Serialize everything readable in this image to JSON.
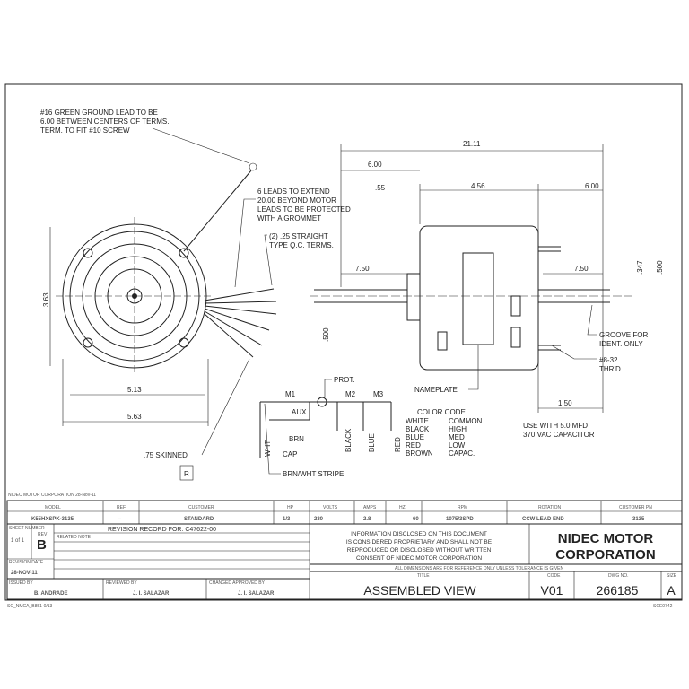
{
  "notes": {
    "ground_lead": [
      "#16 GREEN GROUND LEAD TO BE",
      "6.00 BETWEEN CENTERS OF TERMS.",
      "TERM. TO FIT #10 SCREW"
    ],
    "leads": [
      "6 LEADS TO EXTEND",
      "20.00 BEYOND MOTOR",
      "LEADS TO BE PROTECTED",
      "WITH A GROMMET"
    ],
    "terms": [
      "(2) .25 STRAIGHT",
      "TYPE Q.C. TERMS."
    ],
    "skinned": ".75 SKINNED",
    "nameplate": "NAMEPLATE",
    "groove": [
      "GROOVE FOR",
      "IDENT. ONLY"
    ],
    "thread": [
      "#8-32",
      "THR'D"
    ],
    "capacitor": [
      "USE WITH 5.0 MFD",
      "370 VAC CAPACITOR"
    ],
    "ul_mark": "R"
  },
  "dimensions": {
    "overall": "21.11",
    "d600a": "6.00",
    "d055": ".55",
    "d456": "4.56",
    "d600b": "6.00",
    "d750a": "7.50",
    "d750b": "7.50",
    "d347": ".347",
    "d500r": ".500",
    "d500l": ".500",
    "d363": "3.63",
    "d513": "5.13",
    "d563": "5.63",
    "d150": "1.50"
  },
  "wiring": {
    "m1": "M1",
    "m2": "M2",
    "m3": "M3",
    "prot": "PROT.",
    "aux": "AUX",
    "brn": "BRN",
    "cap": "CAP",
    "brn_wht": "BRN/WHT STRIPE",
    "wht": "WHT.",
    "black": "BLACK",
    "blue": "BLUE",
    "red": "RED"
  },
  "color_code": {
    "title": "COLOR CODE",
    "rows": [
      [
        "WHITE",
        "COMMON"
      ],
      [
        "BLACK",
        "HIGH"
      ],
      [
        "BLUE",
        "MED"
      ],
      [
        "RED",
        "LOW"
      ],
      [
        "BROWN",
        "CAPAC."
      ]
    ]
  },
  "title_block": {
    "header_line": "NIDEC MOTOR CORPORATION 28-Nov-11",
    "headers": [
      "MODEL",
      "REF",
      "CUSTOMER",
      "HP",
      "VOLTS",
      "AMPS",
      "HZ",
      "RPM",
      "ROTATION",
      "CUSTOMER PN"
    ],
    "values": [
      "K55HXSPK-3135",
      "–",
      "STANDARD",
      "1/3",
      "230",
      "2.8",
      "60",
      "1075/3SPD",
      "CCW LEAD END",
      "3135"
    ],
    "sheet_label": "SHEET NUMBER",
    "sheet": "1 of 1",
    "rev_label": "REV",
    "rev": "B",
    "revision_record": "REVISION RECORD FOR: C47622-00",
    "revision_note": "RELATED NOTE",
    "revision_date_label": "REVISION DATE",
    "revision_date": "28-NOV-11",
    "issued_by_label": "ISSUED BY",
    "issued_by": "B. ANDRADE",
    "reviewed_by_label": "REVIEWED BY",
    "reviewed_by": "J. I. SALAZAR",
    "approved_by_label": "CHANGED APPROVED BY",
    "approved_by": "J. I. SALAZAR",
    "info": [
      "INFORMATION DISCLOSED ON THIS DOCUMENT",
      "IS CONSIDERED PROPRIETARY AND SHALL NOT BE",
      "REPRODUCED OR DISCLOSED WITHOUT WRITTEN",
      "CONSENT OF NIDEC MOTOR CORPORATION"
    ],
    "company": [
      "NIDEC MOTOR",
      "CORPORATION"
    ],
    "dims_note": "ALL DIMENSIONS ARE FOR REFERENCE ONLY UNLESS TOLERANCE IS GIVEN",
    "title_label": "TITLE",
    "title": "ASSEMBLED VIEW",
    "code_label": "CODE",
    "code": "V01",
    "dwg_label": "DWG NO.",
    "dwg": "266185",
    "size_label": "SIZE",
    "size": "A",
    "footer_left": "SC_NMCA_B851-0/13",
    "footer_right": "SCE0742"
  }
}
